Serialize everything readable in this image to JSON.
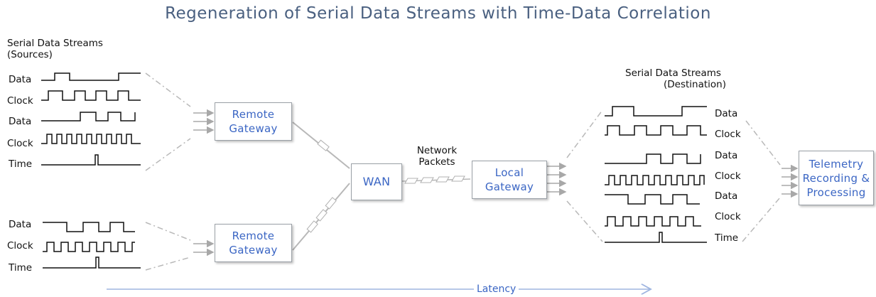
{
  "title": "Regeneration of Serial Data Streams with Time-Data Correlation",
  "sources_label": [
    "Serial Data Streams",
    "(Sources)"
  ],
  "destination_label": [
    "Serial Data Streams",
    "(Destination)"
  ],
  "source_group1": [
    "Data",
    "Clock",
    "Data",
    "Clock",
    "Time"
  ],
  "source_group2": [
    "Data",
    "Clock",
    "Time"
  ],
  "destination_signals": [
    "Data",
    "Clock",
    "Data",
    "Clock",
    "Data",
    "Clock",
    "Time"
  ],
  "boxes": {
    "remote_gateway_1": [
      "Remote",
      "Gateway"
    ],
    "remote_gateway_2": [
      "Remote",
      "Gateway"
    ],
    "wan": [
      "WAN"
    ],
    "local_gateway": [
      "Local",
      "Gateway"
    ],
    "telemetry": [
      "Telemetry",
      "Recording &",
      "Processing"
    ]
  },
  "network_packets": [
    "Network",
    "Packets"
  ],
  "latency": "Latency",
  "colors": {
    "title": "#4a6080",
    "box_text": "#3b66c4",
    "connector": "#b8b8b8",
    "latency_line": "#9fb5e0"
  }
}
